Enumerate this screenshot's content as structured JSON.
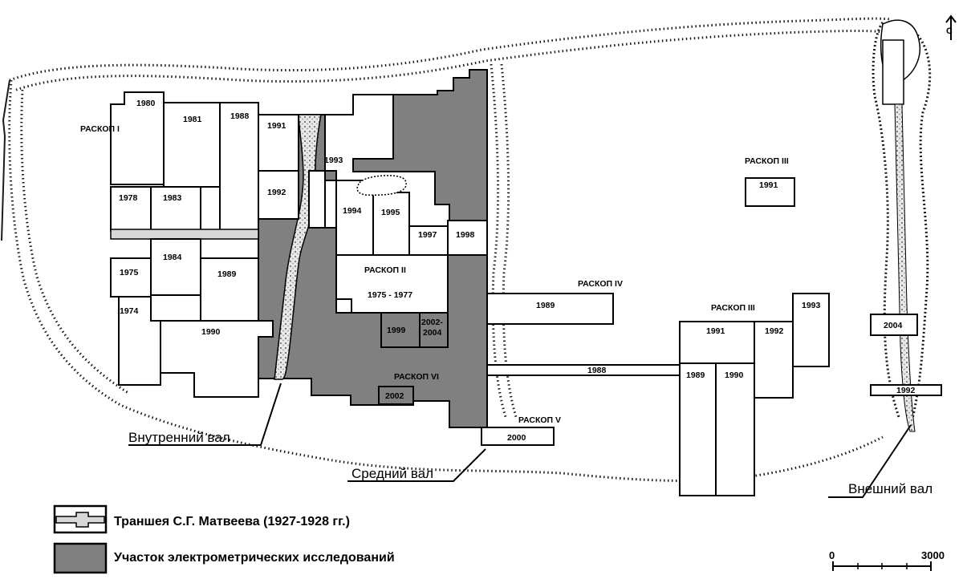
{
  "north": "С",
  "excavations": {
    "raskop_1": "РАСКОП I",
    "raskop_2": "РАСКОП II",
    "raskop_2_years": "1975 - 1977",
    "raskop_3_top": "РАСКОП III",
    "raskop_3_right": "РАСКОП III",
    "raskop_4": "РАСКОП IV",
    "raskop_5": "РАСКОП V",
    "raskop_6": "РАСКОП VI"
  },
  "years": {
    "y1980": "1980",
    "y1981": "1981",
    "y1988a": "1988",
    "y1991a": "1991",
    "y1993a": "1993",
    "y1978": "1978",
    "y1983": "1983",
    "y1992a": "1992",
    "y1994": "1994",
    "y1995": "1995",
    "y1997": "1997",
    "y1998": "1998",
    "y1975": "1975",
    "y1984": "1984",
    "y1989a": "1989",
    "y1974": "1974",
    "y1990a": "1990",
    "y1999": "1999",
    "y2002_2004": "2002-\n2004",
    "y2002": "2002",
    "y2000": "2000",
    "y1989b": "1989",
    "y1988b": "1988",
    "y1991b": "1991",
    "y1992b": "1992",
    "y1993b": "1993",
    "y1989c": "1989",
    "y1990b": "1990",
    "y1991c": "1991",
    "y2004": "2004",
    "y1992c": "1992"
  },
  "callouts": {
    "inner": "Внутренний вал",
    "middle": "Средний вал",
    "outer": "Внешний вал"
  },
  "legend": {
    "trench": "Траншея С.Г. Матвеева (1927-1928 гг.)",
    "electro": "Участок электрометрических исследований"
  },
  "scale": {
    "start": "0",
    "end": "3000"
  },
  "colors": {
    "survey_area": "#808080",
    "trench_fill": "#d8d8d8"
  }
}
